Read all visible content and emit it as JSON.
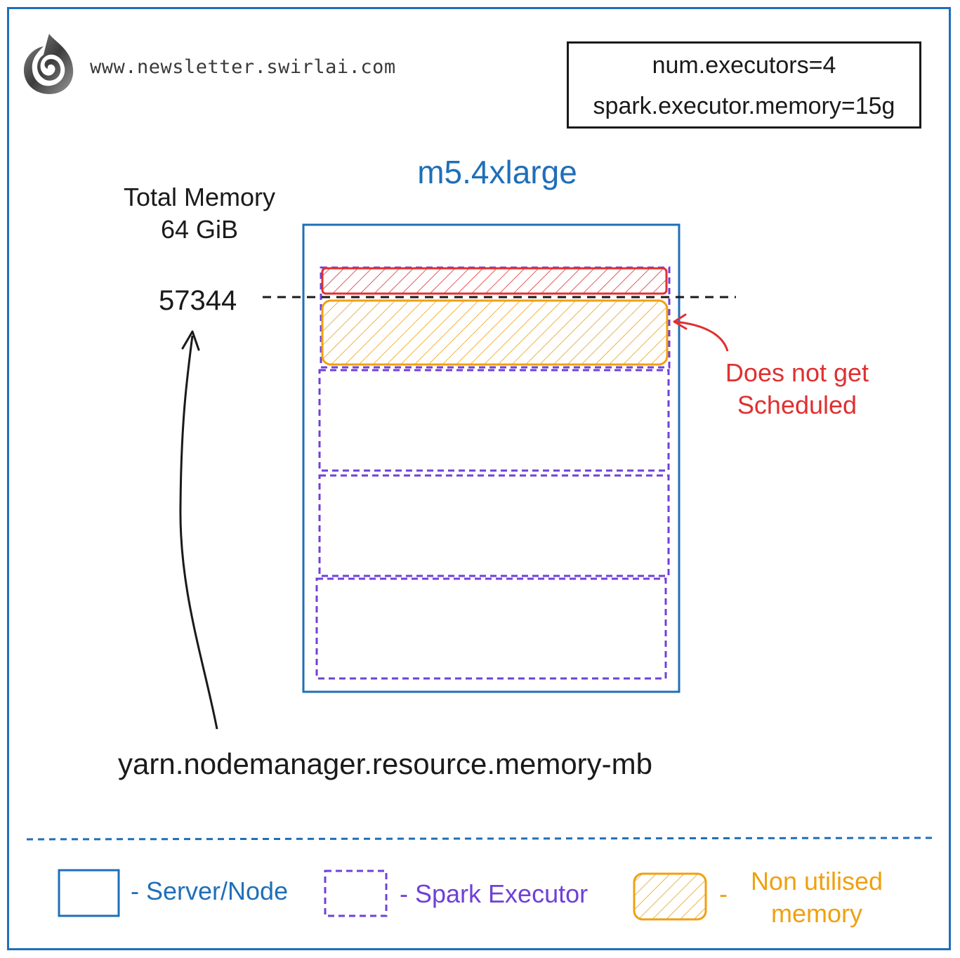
{
  "header": {
    "logo_icon": "swirl-logo-icon",
    "site_url": "www.newsletter.swirlai.com"
  },
  "config": {
    "num_executors": "num.executors=4",
    "executor_memory": "spark.executor.memory=15g"
  },
  "node": {
    "instance_type": "m5.4xlarge",
    "total_memory_label": "Total Memory",
    "total_memory_value": "64 GiB",
    "yarn_memory_value": "57344",
    "yarn_setting": "yarn.nodemanager.resource.memory-mb"
  },
  "annotation": {
    "not_scheduled": "Does not get Scheduled"
  },
  "legend": {
    "server": "- Server/Node",
    "executor": "- Spark Executor",
    "dash": "-",
    "non_utilised": "Non utilised memory"
  },
  "colors": {
    "server": "#1f6fb8",
    "executor": "#7040d8",
    "non_utilised": "#f0a010",
    "not_scheduled": "#e03030"
  }
}
